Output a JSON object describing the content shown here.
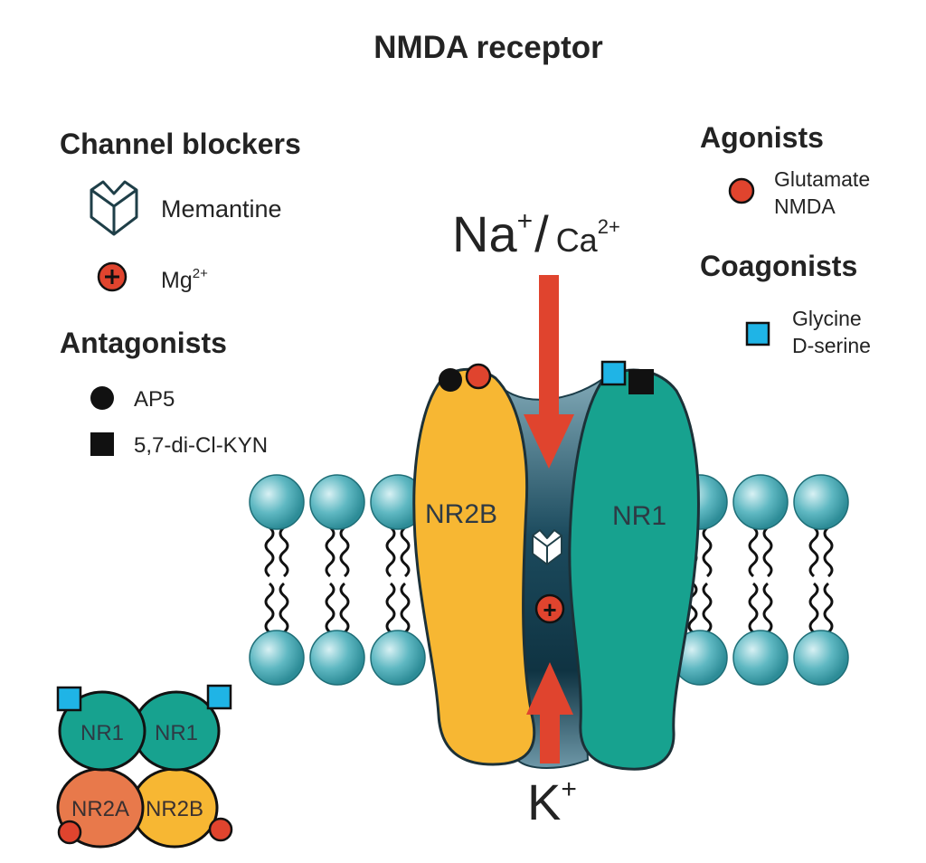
{
  "title": "NMDA receptor",
  "legend": {
    "channel_blockers": {
      "heading": "Channel blockers",
      "items": [
        {
          "label": "Memantine",
          "icon": "memantine-icon"
        },
        {
          "label": "Mg",
          "superscript": "2+",
          "icon": "mg-ion-icon"
        }
      ]
    },
    "antagonists": {
      "heading": "Antagonists",
      "items": [
        {
          "label": "AP5",
          "icon": "black-circle-icon"
        },
        {
          "label": "5,7-di-Cl-KYN",
          "icon": "black-square-icon"
        }
      ]
    },
    "agonists": {
      "heading": "Agonists",
      "lines": [
        "Glutamate",
        "NMDA"
      ],
      "icon": "red-circle-icon"
    },
    "coagonists": {
      "heading": "Coagonists",
      "lines": [
        "Glycine",
        "D-serine"
      ],
      "icon": "blue-square-icon"
    }
  },
  "receptor": {
    "left_subunit": "NR2B",
    "right_subunit": "NR1",
    "ions_in": {
      "na": "Na",
      "na_sup": "+",
      "sep": "/",
      "ca": "Ca",
      "ca_sup": "2+"
    },
    "ion_out": {
      "k": "K",
      "k_sup": "+"
    },
    "pore_ion_symbol": "+"
  },
  "tetramer": {
    "top_left": "NR1",
    "top_right": "NR1",
    "bottom_left": "NR2A",
    "bottom_right": "NR2B"
  },
  "colors": {
    "text": "#232323",
    "nr2b": "#f7b733",
    "nr1": "#17a28f",
    "nr2a": "#e8794b",
    "ion_red": "#e0442e",
    "glycine_blue": "#1fb4e6",
    "lipid_head": "#5fb8c2",
    "channel_dark": "#123b4c",
    "black": "#111111"
  }
}
